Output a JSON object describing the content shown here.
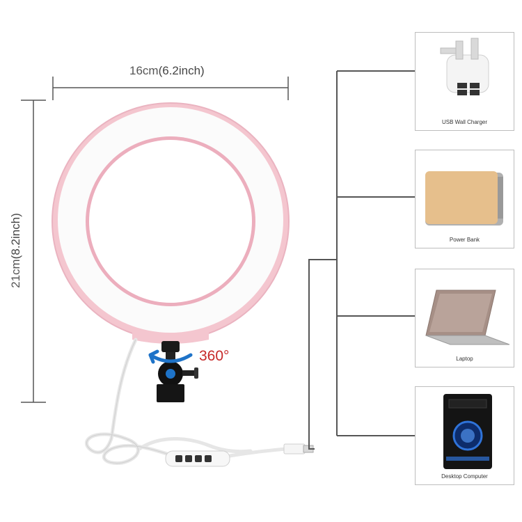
{
  "dimensions": {
    "width_text": "16cm",
    "width_text_paren": "(6.2inch)",
    "height_text": "21cm",
    "height_text_paren": "(8.2inch)"
  },
  "rotation": {
    "label": "360°"
  },
  "devices": [
    {
      "label": "USB Wall Charger",
      "icon": "usb-wall-charger-icon"
    },
    {
      "label": "Power Bank",
      "icon": "power-bank-icon"
    },
    {
      "label": "Laptop",
      "icon": "laptop-icon"
    },
    {
      "label": "Desktop Computer",
      "icon": "desktop-computer-icon"
    }
  ],
  "colors": {
    "ring": "#f4c6cf",
    "ring_inner_edge": "#e9a8b6",
    "rotation_label": "#c62828",
    "rotate_arrow": "#1e73c8",
    "power_bank": "#e6bf8c"
  }
}
